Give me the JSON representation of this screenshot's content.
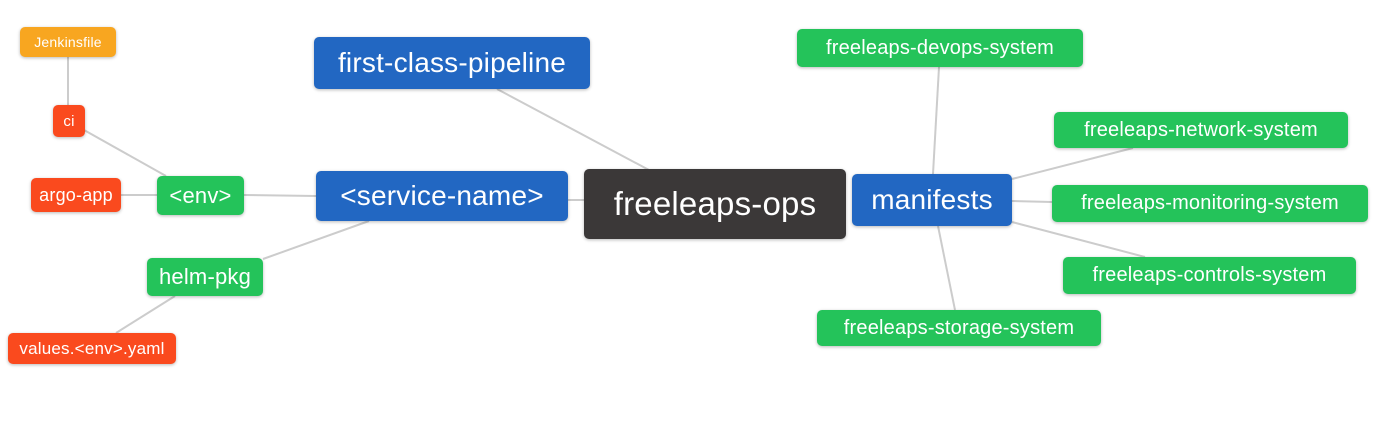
{
  "diagram": {
    "type": "mindmap",
    "root": "freeleaps-ops"
  },
  "colors": {
    "dark": "#3B3838",
    "blue": "#2267C2",
    "green": "#24C35A",
    "orange": "#F8A620",
    "red": "#FA4A1E",
    "node_text": "#FFFFFF",
    "edge": "#CCCCCC",
    "background": "#FFFFFF"
  },
  "nodes": [
    {
      "id": "jenkinsfile",
      "label": "Jenkinsfile",
      "color": "orange"
    },
    {
      "id": "ci",
      "label": "ci",
      "color": "red"
    },
    {
      "id": "argo-app",
      "label": "argo-app",
      "color": "red"
    },
    {
      "id": "env",
      "label": "<env>",
      "color": "green"
    },
    {
      "id": "helm-pkg",
      "label": "helm-pkg",
      "color": "green"
    },
    {
      "id": "values-env-yaml",
      "label": "values.<env>.yaml",
      "color": "red"
    },
    {
      "id": "first-class-pipeline",
      "label": "first-class-pipeline",
      "color": "blue"
    },
    {
      "id": "service-name",
      "label": "<service-name>",
      "color": "blue"
    },
    {
      "id": "freeleaps-ops",
      "label": "freeleaps-ops",
      "color": "dark"
    },
    {
      "id": "manifests",
      "label": "manifests",
      "color": "blue"
    },
    {
      "id": "freeleaps-devops-system",
      "label": "freeleaps-devops-system",
      "color": "green"
    },
    {
      "id": "freeleaps-network-system",
      "label": "freeleaps-network-system",
      "color": "green"
    },
    {
      "id": "freeleaps-monitoring-system",
      "label": "freeleaps-monitoring-system",
      "color": "green"
    },
    {
      "id": "freeleaps-controls-system",
      "label": "freeleaps-controls-system",
      "color": "green"
    },
    {
      "id": "freeleaps-storage-system",
      "label": "freeleaps-storage-system",
      "color": "green"
    }
  ],
  "edges": [
    {
      "from": "jenkinsfile",
      "to": "ci"
    },
    {
      "from": "ci",
      "to": "env"
    },
    {
      "from": "argo-app",
      "to": "env"
    },
    {
      "from": "env",
      "to": "service-name"
    },
    {
      "from": "helm-pkg",
      "to": "service-name"
    },
    {
      "from": "values-env-yaml",
      "to": "helm-pkg"
    },
    {
      "from": "service-name",
      "to": "freeleaps-ops"
    },
    {
      "from": "first-class-pipeline",
      "to": "freeleaps-ops"
    },
    {
      "from": "freeleaps-devops-system",
      "to": "manifests"
    },
    {
      "from": "manifests",
      "to": "freeleaps-network-system"
    },
    {
      "from": "manifests",
      "to": "freeleaps-monitoring-system"
    },
    {
      "from": "manifests",
      "to": "freeleaps-controls-system"
    },
    {
      "from": "manifests",
      "to": "freeleaps-storage-system"
    }
  ]
}
